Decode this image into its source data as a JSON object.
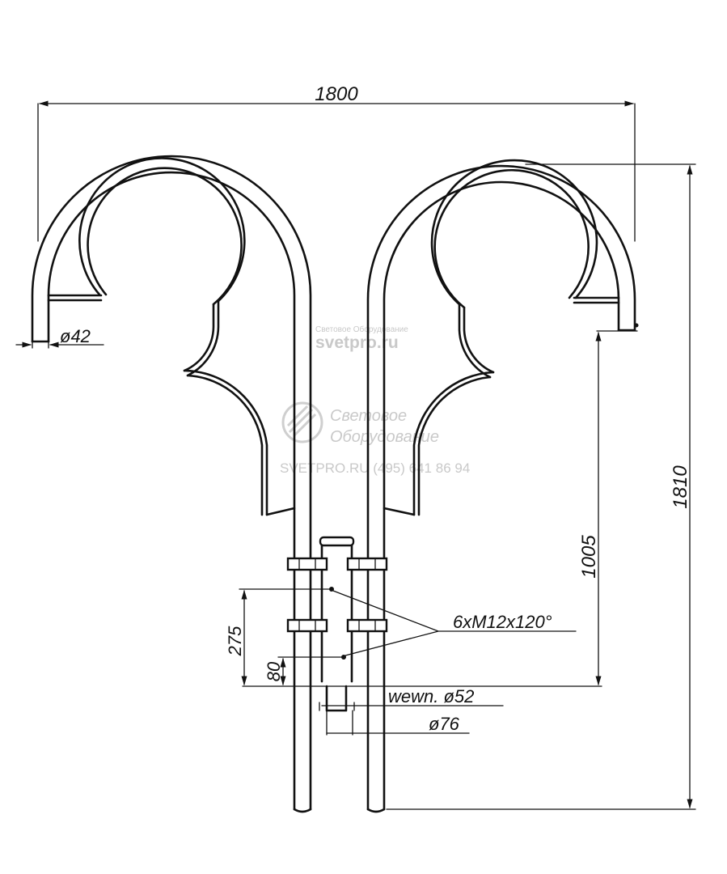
{
  "dimensions": {
    "total_width": "1800",
    "total_height": "1810",
    "arm_height": "1005",
    "clamp_spacing": "275",
    "bottom_offset": "80",
    "tube_diameter": "ø42",
    "inner_diameter": "wewn. ø52",
    "outer_diameter": "ø76",
    "bolts": "6xM12x120°"
  },
  "watermark": {
    "small_caption": "Световое Оборудование",
    "site": "svetpro.ru",
    "company_line1": "Световое",
    "company_line2": "Оборудование",
    "contact": "SVETPRO.RU   (495) 641 86 94"
  }
}
